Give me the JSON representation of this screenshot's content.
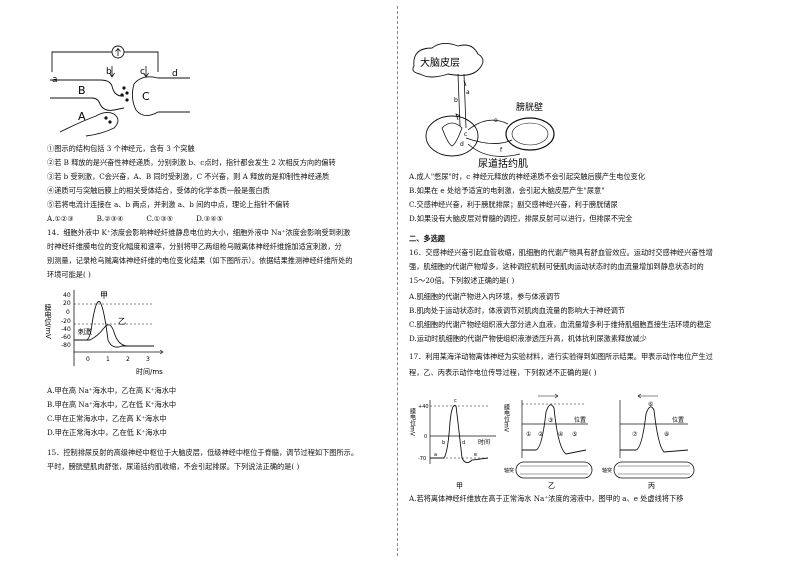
{
  "left": {
    "fig13": {
      "labels": {
        "a": "a",
        "b": "b",
        "c": "c",
        "d": "d",
        "A": "A",
        "B": "B",
        "C": "C"
      }
    },
    "q13_options": [
      "①图示的结构包括 3 个神经元，含有 3 个突触",
      "②若 B 释放的是兴奋性神经递质，分别刺激 b、c点时，指针都会发生 2 次相反方向的偏转",
      "③若 b 受刺激，C会兴奋，A、B 同时受刺激，C 不兴奋，则 A 释放的是抑制性神经递质",
      "④递质可与突触后膜上的相关受体结合，受体的化学本质一般是蛋白质",
      "⑤若将电流计连接在 a、b 两点，并刺激 a、b 间的中点，理论上指针不偏转"
    ],
    "q13_choices": "A.①②③          B.②③④          C.①③⑤          D.③④⑤",
    "q14_lines": [
      "14．细胞外液中 K⁺浓度会影响神经纤维静息电位的大小，细胞外液中 Na⁺浓度会影响受到刺激",
      "时神经纤维膜电位的变化幅度和速率，分别将甲乙两组枪乌贼离体神经纤维施加适宜刺激，分",
      "别测量，记录枪乌贼离体神经纤维的电位变化结果（如下图所示）。依据结果推测神经纤维所处的",
      "环境可能是(     )"
    ],
    "fig14": {
      "ylabel": "膜电位/mV",
      "yticks": [
        "40",
        "20",
        "0",
        "-20",
        "-40",
        "-60",
        "-80"
      ],
      "xticks": [
        "0",
        "1",
        "2",
        "3"
      ],
      "xlabel": "时间/ms",
      "label_jia": "甲",
      "label_yi": "乙",
      "label_stim": "刺激"
    },
    "q14_options": [
      "A.甲在高 Na⁺海水中，乙在高 K⁺海水中",
      "B.甲在高 Na⁺海水中，乙在低 K⁺海水中",
      "C.甲在正常海水中，乙在高 K⁺海水中",
      "D.甲在正常海水中，乙在低 K⁺海水中"
    ],
    "q15_lines": [
      "15．控制排尿反射的高级神经中枢位于大脑皮层，低级神经中枢位于脊髓，调节过程如下图所示。",
      "平时，膀胱壁肌肉舒张，尿道括约肌收缩，不会引起排尿。下列说法正确的是(     )"
    ]
  },
  "right": {
    "fig15": {
      "cortex": "大脑皮层",
      "bladder": "膀胱壁",
      "sphincter": "尿道括约肌",
      "a": "a",
      "b": "b",
      "c": "c",
      "d": "d",
      "e": "e",
      "f": "f"
    },
    "q15_options": [
      "A.成人\"憋尿\"时，c 神经元释放的神经递质不会引起突触后膜产生电位变化",
      "B.如果在 e 处给予适宜的电刺激，会引起大脑皮层产生\"尿意\"",
      "C.交感神经兴奋，利于膀胱排尿；副交感神经兴奋，利于膀胱储尿",
      "D.如果没有大脑皮层对脊髓的调控，排尿反射可以进行，但排尿不完全"
    ],
    "section2": "二、多选题",
    "q16_lines": [
      "16．交感神经兴奋引起血管收缩，肌细胞的代谢产物具有舒血管效应。运动时交感神经兴奋性增",
      "强，肌细胞的代谢产物增多，这种调控机制可使肌肉运动状态时的血流量增加到静息状态时的",
      "15～20倍。下列叙述正确的是(     )"
    ],
    "q16_options": [
      "A.肌细胞的代谢产物进入内环境，参与体液调节",
      "B.肌肉处于运动状态时，体液调节对肌肉血流量的影响大于神经调节",
      "C.肌细胞的代谢产物经组织液大部分进入血液，血流量增多利于维持肌细胞直接生活环境的稳定",
      "D.运动时肌细胞的代谢产物使组织液渗透压升高，机体抗利尿激素释放减少"
    ],
    "q17_lines": [
      "17．利用某海洋动物离体神经为实验材料，进行实验得到如图所示结果。甲表示动作电位产生过",
      "程，乙、丙表示动作电位传导过程，下列叙述不正确的是(     )"
    ],
    "fig17": {
      "ylabel_jia": "膜电位mV",
      "ylabel_yi": "膜电位mV",
      "tick40": "+40",
      "tick0": "0",
      "tickm70": "-70",
      "time": "时间",
      "pos": "位置",
      "axon": "轴突",
      "jia": "甲",
      "yi": "乙",
      "bing": "丙",
      "a": "a",
      "b": "b",
      "c": "c",
      "d": "d",
      "e": "e",
      "n1": "①",
      "n2": "②",
      "n3": "③",
      "n4": "④",
      "n5": "⑤",
      "n6": "⑥",
      "n7": "⑦",
      "n8": "⑧"
    },
    "q17_optA": "A.若将离体神经纤维放在高于正常海水 Na⁺浓度的溶液中，图甲的 a、e 处虚线将下移"
  }
}
